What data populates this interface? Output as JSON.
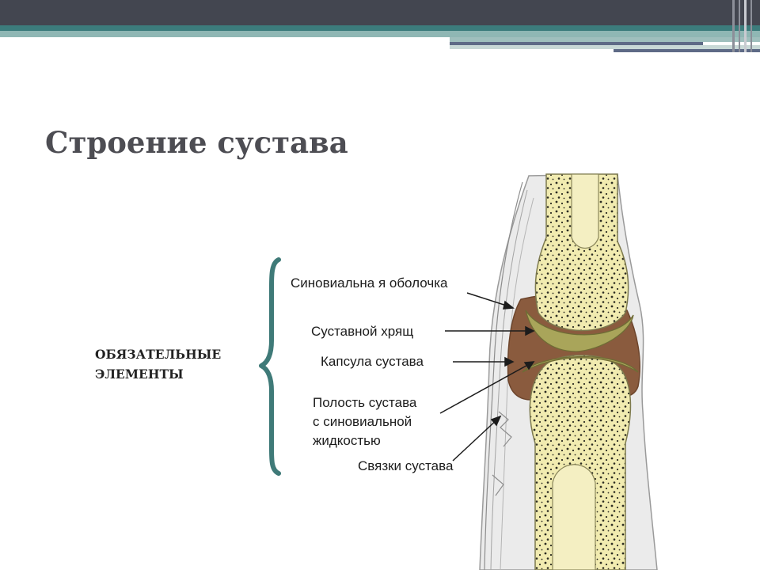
{
  "title": "Строение сустава",
  "side_caption": {
    "line1": "ОБЯЗАТЕЛЬНЫЕ",
    "line2": "ЭЛЕМЕНТЫ"
  },
  "labels": {
    "synovial_membrane": "Синовиальна я оболочка",
    "articular_cartilage": "Суставной хрящ",
    "joint_capsule": "Капсула сустава",
    "cavity_line1": "Полость сустава",
    "cavity_line2": "с синовиальной",
    "cavity_line3": "жидкостью",
    "ligaments": "Связки сустава"
  },
  "colors": {
    "header_dark": "#434650",
    "header_teal": "#3c7c7c",
    "bracket": "#3f7a78",
    "bone": "#f1ebb0",
    "cartilage": "#a9a55a",
    "capsule_cavity": "#8a5b3e"
  }
}
